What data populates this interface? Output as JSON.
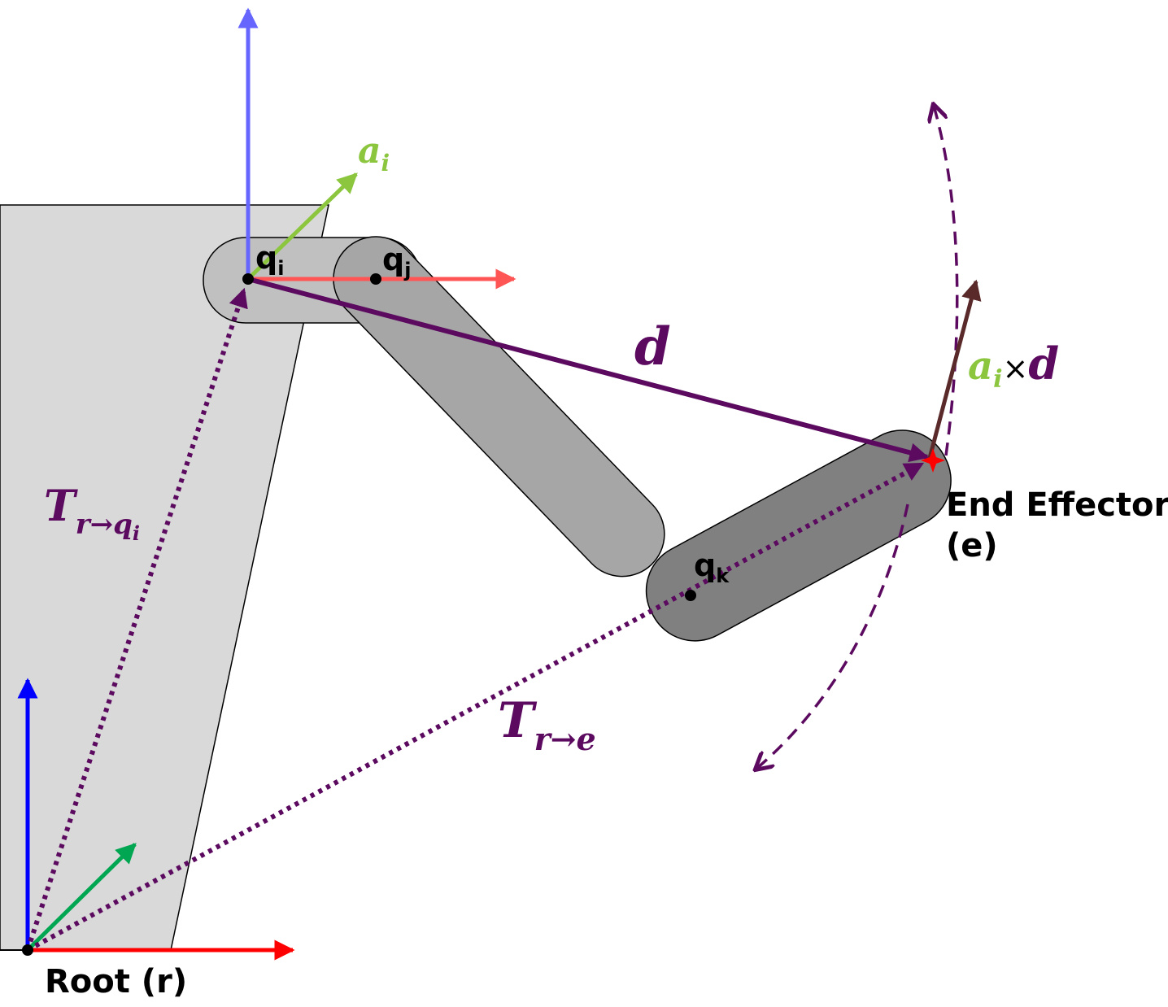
{
  "colors": {
    "up_axis_joint": "#6666ff",
    "up_axis_root": "#0000ff",
    "x_axis_joint": "#ff5555",
    "x_axis_root": "#ff0000",
    "rotation_axis": "#8cc63f",
    "root_z_axis": "#00a651",
    "vector_purple": "#5b0a5f",
    "cross_arrow": "#5a2a2a",
    "end_effector": "#ff0000",
    "base_fill": "#d9d9d9",
    "link1_fill": "#c0c0c0",
    "link2_fill": "#a6a6a6",
    "link3_fill": "#808080"
  },
  "labels": {
    "joint_i": {
      "base": "q",
      "sub": "i"
    },
    "joint_j": {
      "base": "q",
      "sub": "j"
    },
    "joint_k": {
      "base": "q",
      "sub": "k"
    },
    "axis_a": {
      "base": "a",
      "sub": "i"
    },
    "d": "d",
    "cross": {
      "a": "a",
      "a_sub": "i",
      "times": "×",
      "d": "d"
    },
    "t_root_joint": {
      "base": "T",
      "sub": "r→q",
      "subsub": "i"
    },
    "t_root_end": {
      "base": "T",
      "sub": "r→e"
    },
    "end_effector_line1": "End Effector",
    "end_effector_line2": "(e)",
    "root": "Root (r)"
  }
}
